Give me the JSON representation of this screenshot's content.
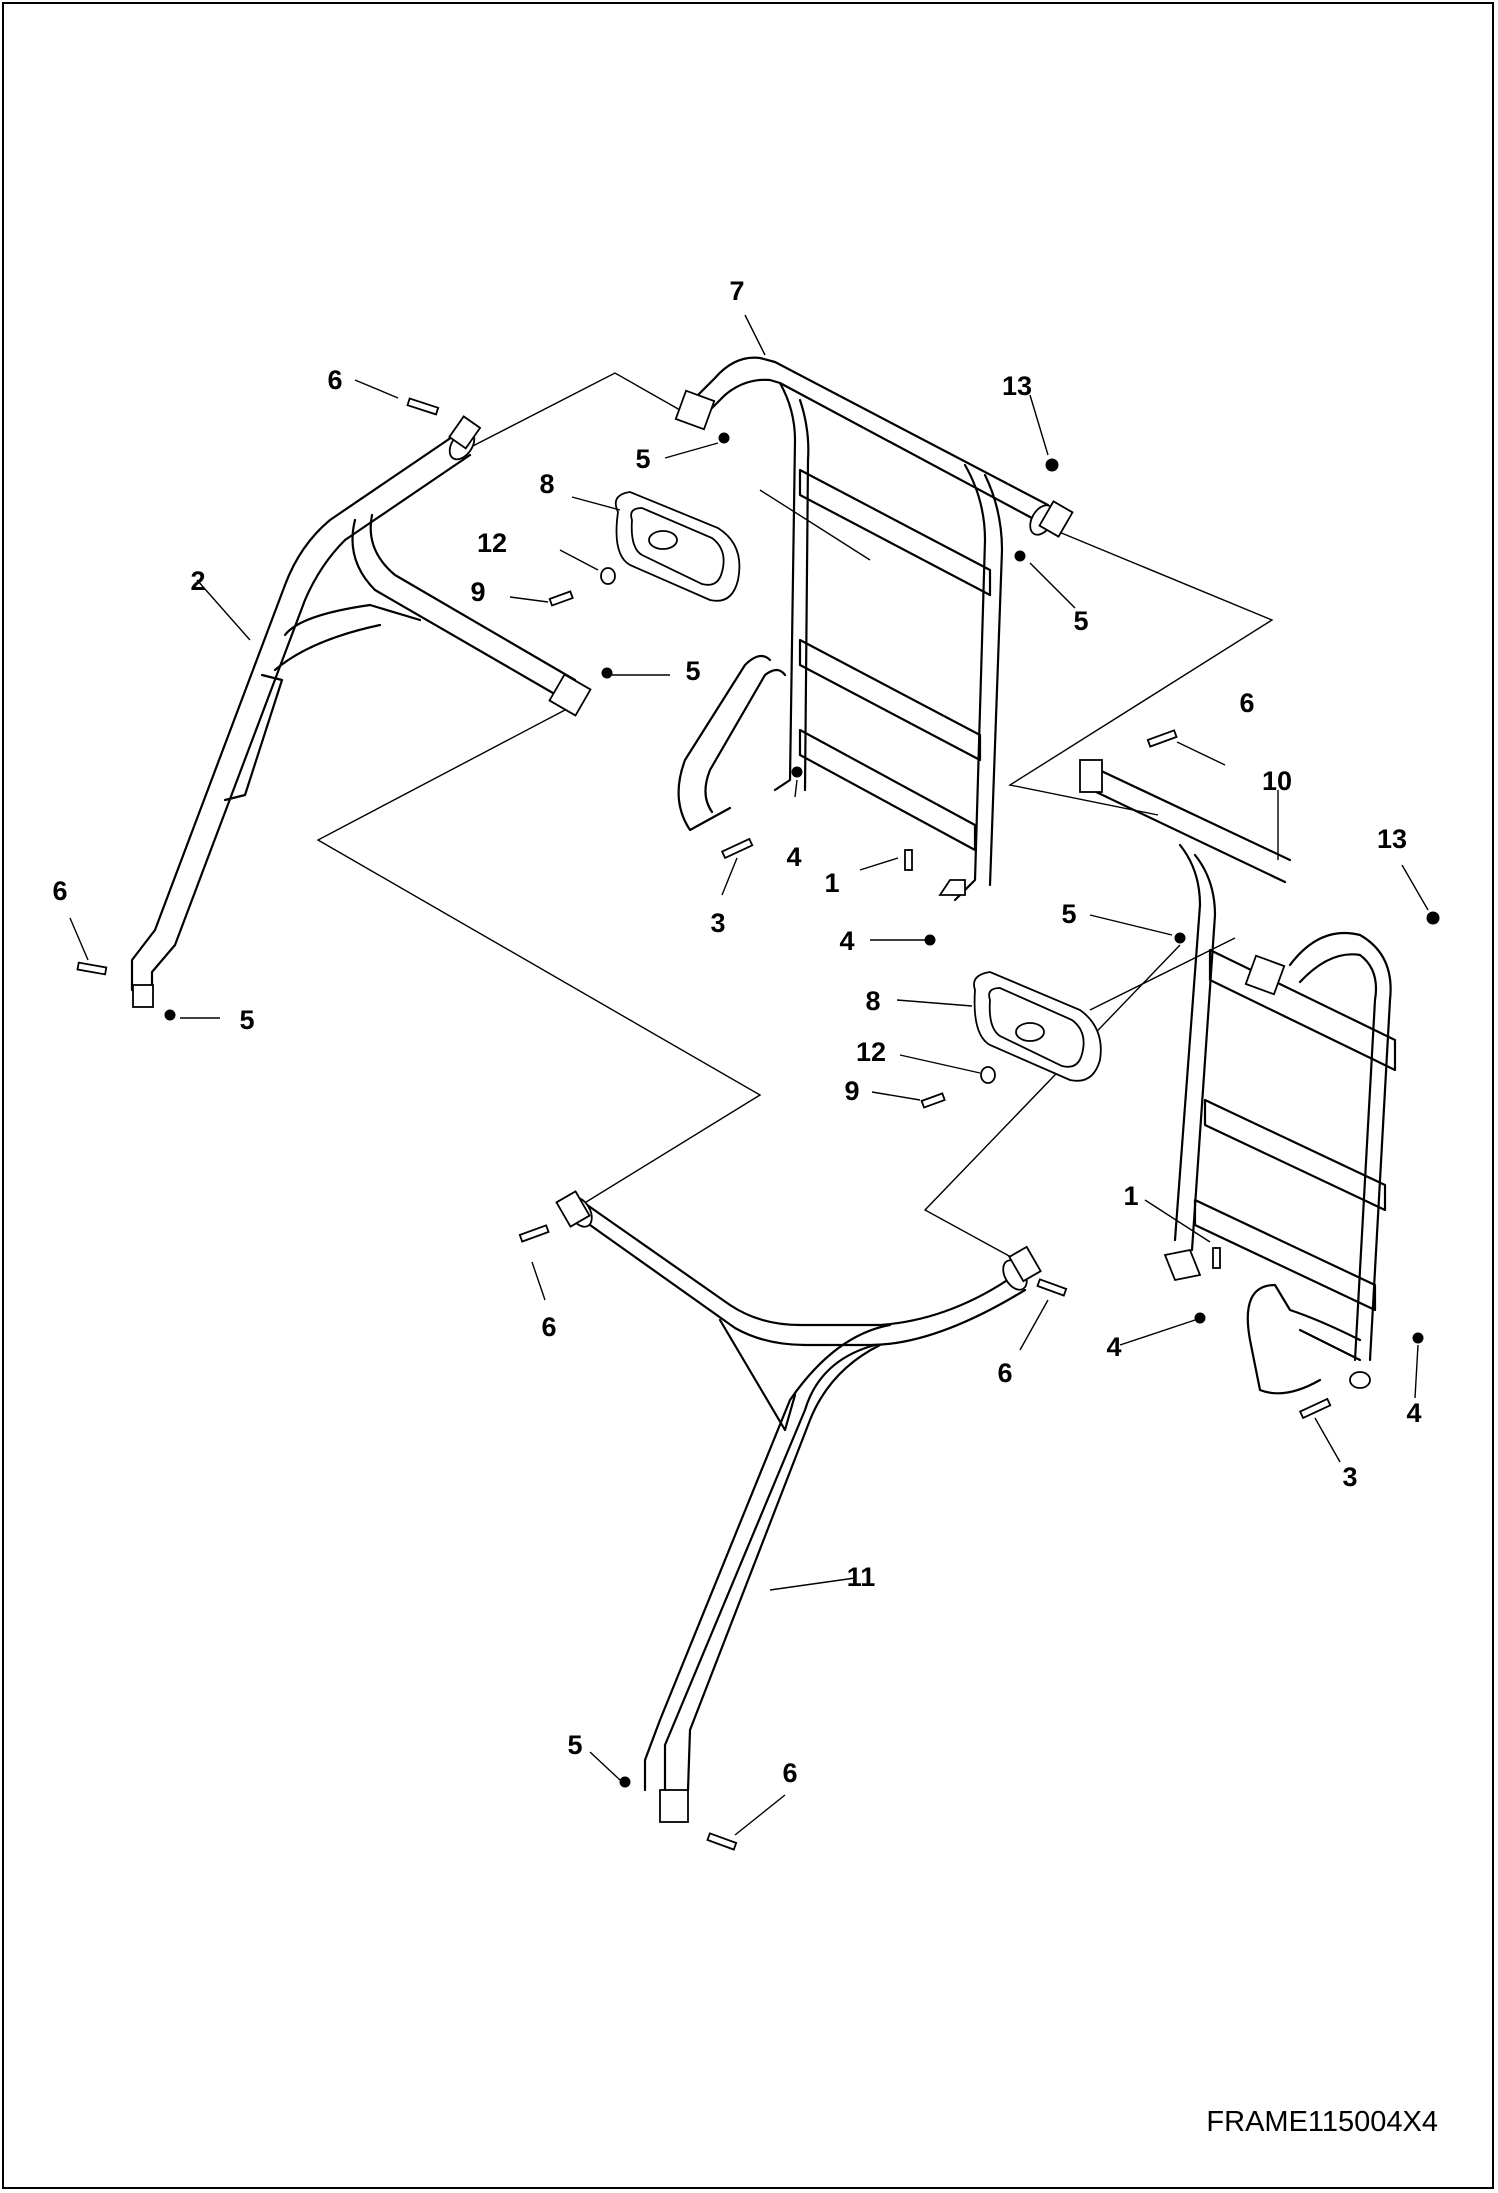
{
  "figure_code": "FRAME115004X4",
  "callouts": {
    "c2": "2",
    "c7": "7",
    "c10": "10",
    "c11": "11",
    "c6a": "6",
    "c6b": "6",
    "c6c": "6",
    "c6d": "6",
    "c6e": "6",
    "c6f": "6",
    "c5a": "5",
    "c5b": "5",
    "c5c": "5",
    "c5d": "5",
    "c5e": "5",
    "c5f": "5",
    "c13a": "13",
    "c13b": "13",
    "c8a": "8",
    "c8b": "8",
    "c12a": "12",
    "c12b": "12",
    "c9a": "9",
    "c9b": "9",
    "c4a": "4",
    "c4b": "4",
    "c4c": "4",
    "c4d": "4",
    "c1a": "1",
    "c1b": "1",
    "c3a": "3",
    "c3b": "3"
  }
}
